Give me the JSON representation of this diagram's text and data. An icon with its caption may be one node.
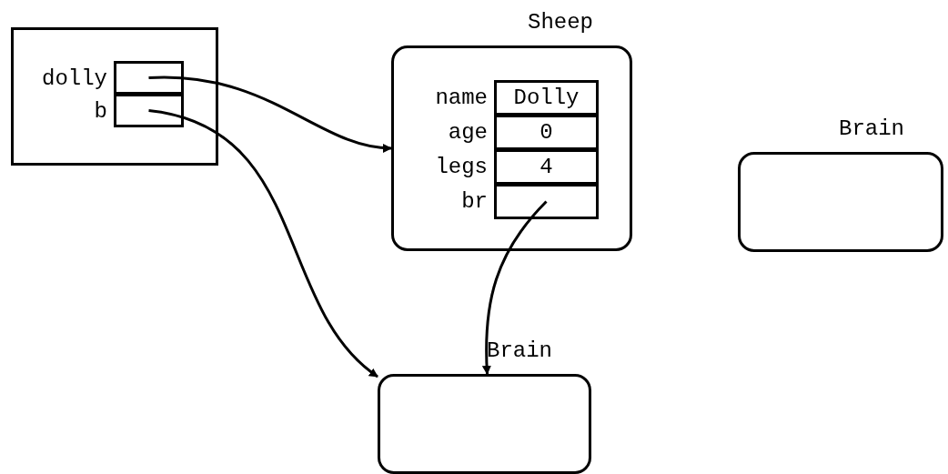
{
  "diagram": {
    "nodes": [
      {
        "text": [],
        "shape": "box"
      },
      {
        "text": [],
        "shape": "box",
        "in": 0,
        "beside": [
          "dolly"
        ]
      },
      {
        "text": [],
        "shape": "box",
        "in": 0,
        "beside": [
          "b"
        ]
      },
      {
        "text": [
          "Sheep"
        ]
      },
      {
        "text": [
          "Dolly"
        ],
        "in": 3,
        "beside": [
          "name"
        ]
      },
      {
        "text": [
          "0"
        ],
        "in": 3,
        "beside": [
          "age"
        ]
      },
      {
        "text": [
          "4"
        ],
        "in": 3,
        "beside": [
          "legs"
        ]
      },
      {
        "text": [],
        "shape": "box",
        "in": 3,
        "beside": [
          "br"
        ]
      },
      {
        "text": [
          "Brain"
        ]
      },
      {
        "text": [
          "Brain"
        ]
      }
    ],
    "edges": [
      {
        "from": 1,
        "to": 3,
        "arrow": "to"
      },
      {
        "from": 2,
        "to": 9,
        "arrow": "to"
      },
      {
        "from": 7,
        "to": 9,
        "arrow": "to"
      }
    ]
  }
}
